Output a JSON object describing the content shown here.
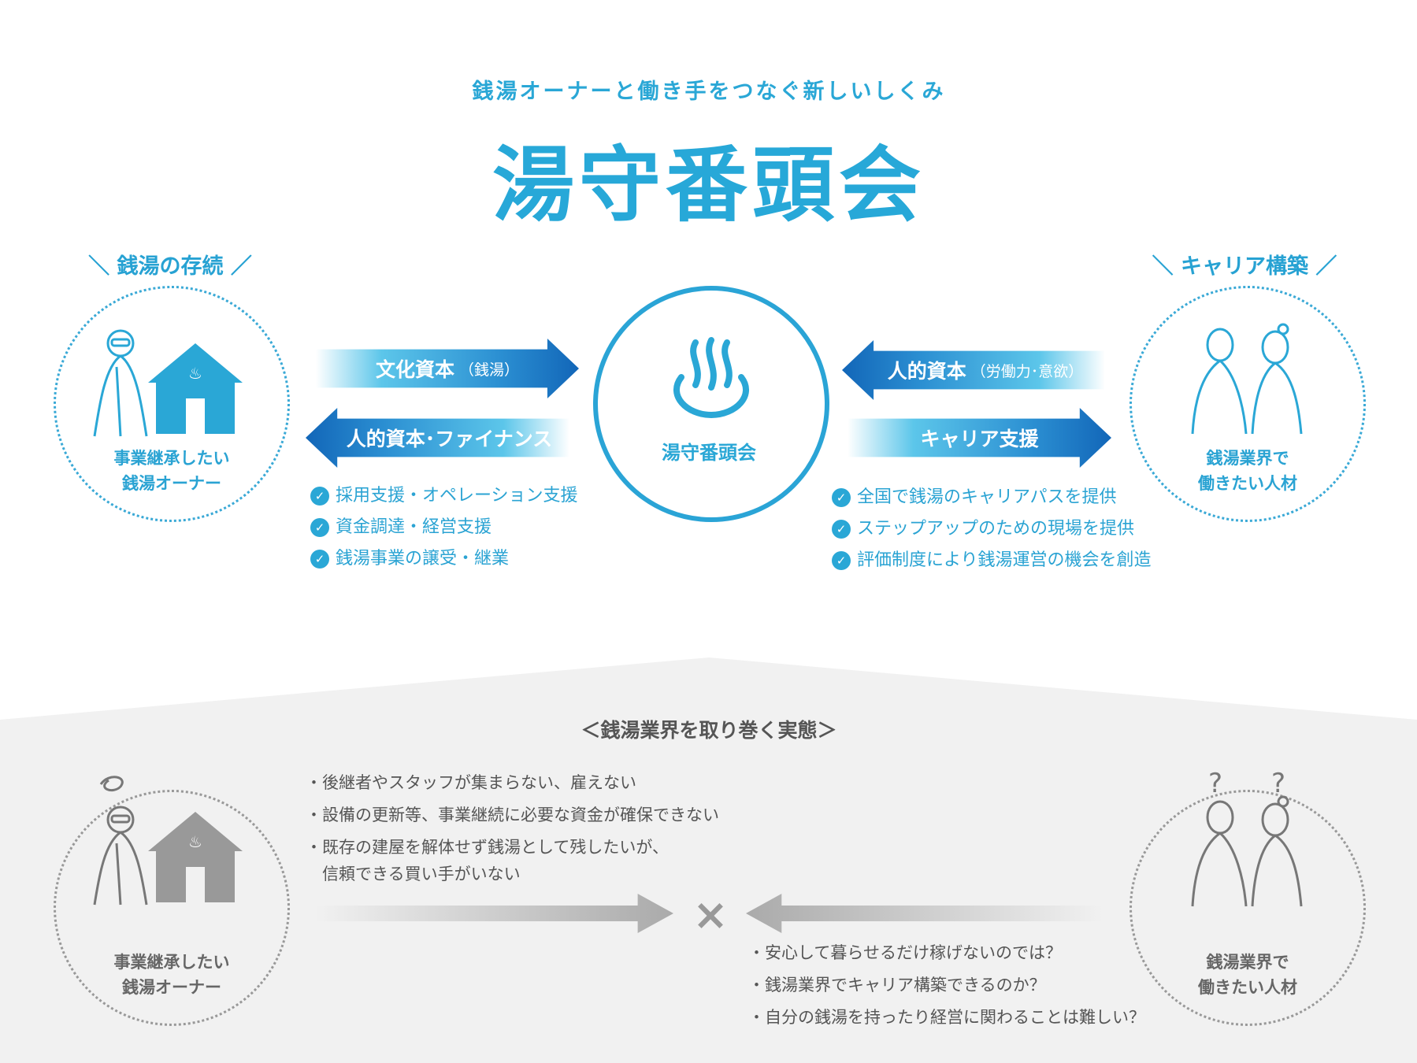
{
  "header": {
    "subtitle": "銭湯オーナーと働き手をつなぐ新しいしくみ",
    "title": "湯守番頭会"
  },
  "left": {
    "label": "＼ 銭湯の存続 ／",
    "caption_line1": "事業継承したい",
    "caption_line2": "銭湯オーナー"
  },
  "right": {
    "label": "＼ キャリア構築 ／",
    "caption_line1": "銭湯業界で",
    "caption_line2": "働きたい人材"
  },
  "center": {
    "label": "湯守番頭会",
    "icon": "hot-spring-icon"
  },
  "arrows": {
    "culture": {
      "main": "文化資本",
      "sub": "（銭湯）"
    },
    "human_finance": {
      "main": "人的資本･ファイナンス"
    },
    "human": {
      "main": "人的資本",
      "sub": "（労働力･意欲）"
    },
    "career": {
      "main": "キャリア支援"
    }
  },
  "left_checks": [
    "採用支援・オペレーション支援",
    "資金調達・経営支援",
    "銭湯事業の譲受・継業"
  ],
  "right_checks": [
    "全国で銭湯のキャリアパスを提供",
    "ステップアップのための現場を提供",
    "評価制度により銭湯運営の機会を創造"
  ],
  "bottom": {
    "heading": "＜銭湯業界を取り巻く実態＞",
    "owner_issues": [
      "・後継者やスタッフが集まらない、雇えない",
      "・設備の更新等、事業継続に必要な資金が確保できない",
      "・既存の建屋を解体せず銭湯として残したいが、",
      "　信頼できる買い手がいない"
    ],
    "worker_issues": [
      "・安心して暮らせるだけ稼げないのでは？",
      "・銭湯業界でキャリア構築できるのか？",
      "・自分の銭湯を持ったり経営に関わることは難しい？"
    ],
    "cross": "×",
    "left_caption_line1": "事業継承したい",
    "left_caption_line2": "銭湯オーナー",
    "right_caption_line1": "銭湯業界で",
    "right_caption_line2": "働きたい人材"
  },
  "colors": {
    "primary": "#2aa7d6",
    "dark": "#1266b8",
    "gray_bg": "#f1f1f1",
    "gray_text": "#555555"
  }
}
